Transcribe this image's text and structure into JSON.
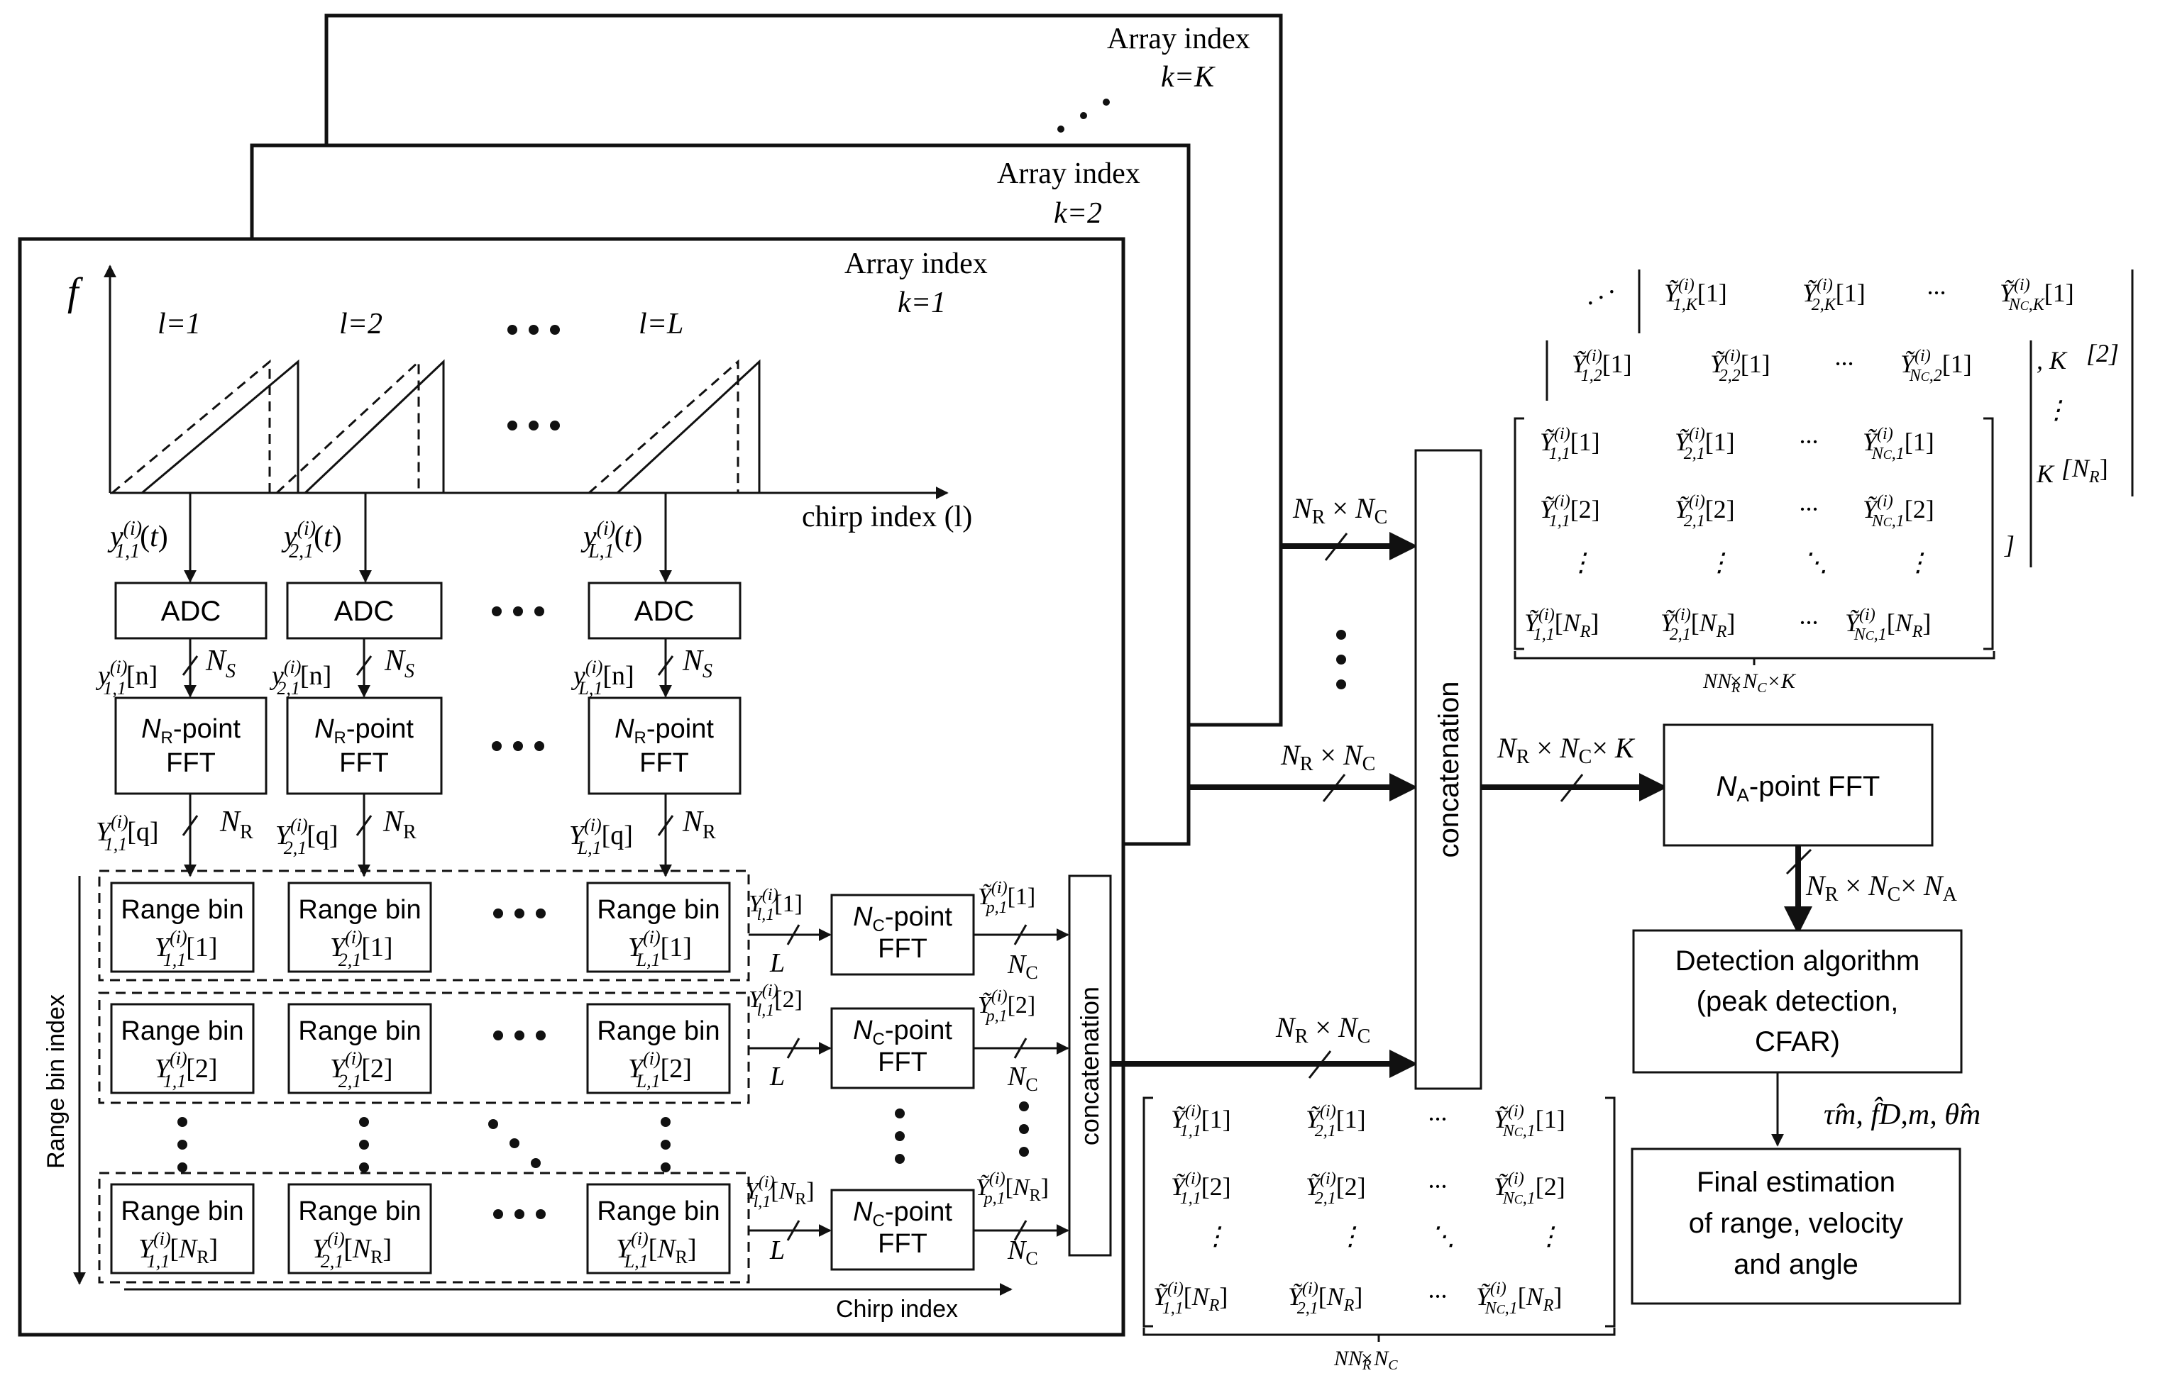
{
  "array_frames": [
    {
      "title": "Array index",
      "index": "k=K"
    },
    {
      "title": "Array index",
      "index": "k=2"
    },
    {
      "title": "Array index",
      "index": "k=1"
    }
  ],
  "chirp_plot": {
    "y_axis": "f",
    "x_axis": "chirp index (l)",
    "chirp_labels": [
      "l=1",
      "l=2",
      "l=L"
    ]
  },
  "signals": {
    "y11t": "y",
    "y21t": "y",
    "yL1t": "y",
    "ns": "N",
    "nr": "N"
  },
  "blocks": {
    "adc": "ADC",
    "nr_fft_line1": "N",
    "nr_fft_line1_suffix": "-point",
    "nr_fft_line2": "FFT",
    "range_bin": "Range bin",
    "nc_fft": "-point",
    "nc_fft2": "FFT",
    "concatenation": "concatenation",
    "na_fft": "-point FFT",
    "detection_l1": "Detection algorithm",
    "detection_l2": "(peak detection,",
    "detection_l3": "CFAR)",
    "final_l1": "Final estimation",
    "final_l2": "of range, velocity",
    "final_l3": "and angle"
  },
  "axes_labels": {
    "range_bin_index": "Range bin index",
    "chirp_index": "Chirp index"
  },
  "dims": {
    "nr_x_nc": "N",
    "nr_x_nc_x_k": "N",
    "nr_x_nc_x_na": "N",
    "underbrace_small": "N",
    "underbrace_big": "N"
  },
  "estimates": "τ̂m, f̂D,m, θ̂m"
}
